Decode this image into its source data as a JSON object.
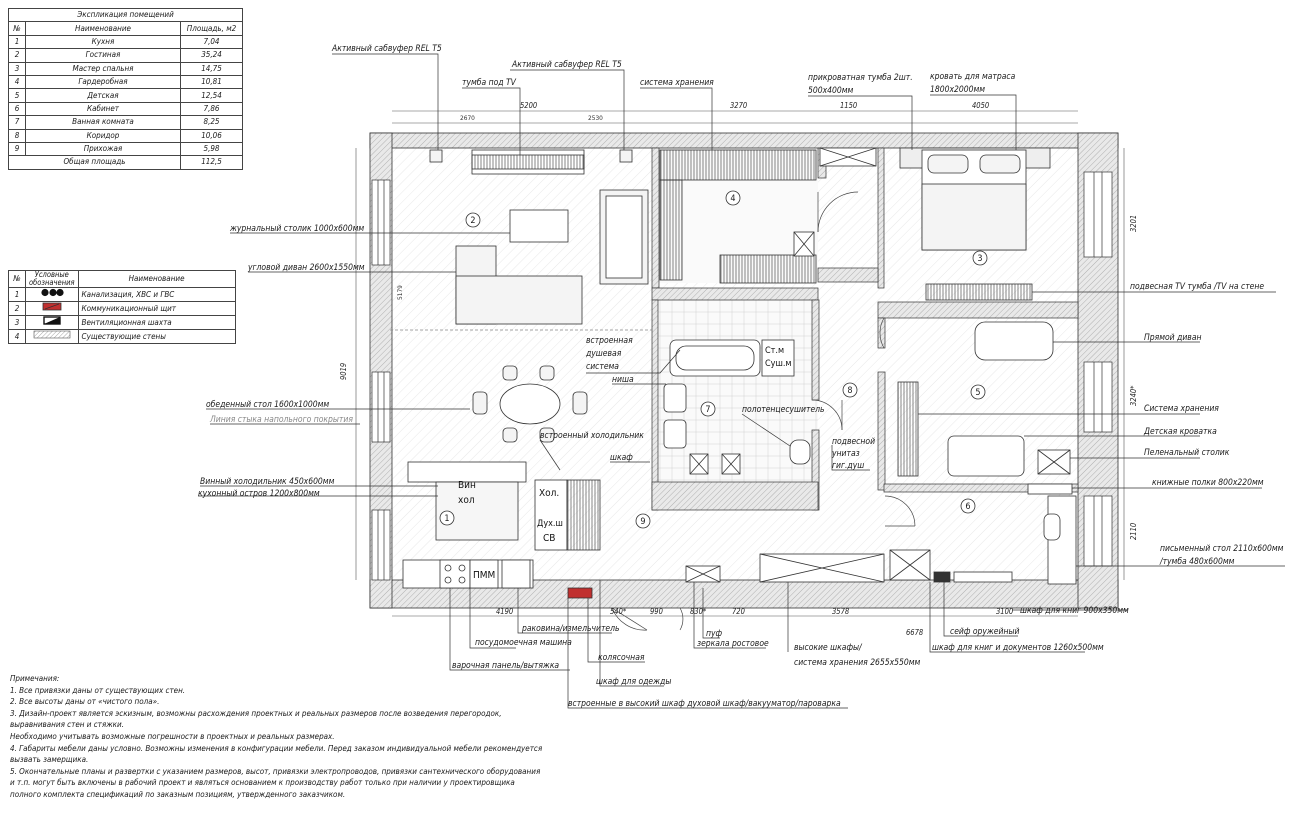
{
  "rooms_table": {
    "title": "Экспликация помещений",
    "headers": [
      "№",
      "Наименование",
      "Площадь, м2"
    ],
    "rows": [
      [
        "1",
        "Кухня",
        "7,04"
      ],
      [
        "2",
        "Гостиная",
        "35,24"
      ],
      [
        "3",
        "Мастер спальня",
        "14,75"
      ],
      [
        "4",
        "Гардеробная",
        "10,81"
      ],
      [
        "5",
        "Детская",
        "12,54"
      ],
      [
        "6",
        "Кабинет",
        "7,86"
      ],
      [
        "7",
        "Ванная комната",
        "8,25"
      ],
      [
        "8",
        "Коридор",
        "10,06"
      ],
      [
        "9",
        "Прихожая",
        "5,98"
      ]
    ],
    "total_label": "Общая площадь",
    "total_value": "112,5"
  },
  "legend_table": {
    "headers": [
      "№",
      "Условные обозначения",
      "Наименование"
    ],
    "rows": [
      {
        "n": "1",
        "symbol": "sewer-symbol",
        "name": "Канализация, ХВС и ГВС"
      },
      {
        "n": "2",
        "symbol": "panel-symbol",
        "name": "Коммуникационный щит"
      },
      {
        "n": "3",
        "symbol": "vent-symbol",
        "name": "Вентиляционная шахта"
      },
      {
        "n": "4",
        "symbol": "wall-hatch-symbol",
        "name": "Существующие стены"
      }
    ]
  },
  "notes": {
    "title": "Примечания:",
    "lines": [
      "1. Все привязки даны от существующих стен.",
      "2. Все высоты даны от «чистого пола».",
      "3. Дизайн-проект является эскизным, возможны расхождения проектных и реальных размеров после возведения перегородок,",
      "выравнивания стен и стяжки.",
      "Необходимо учитывать возможные погрешности в проектных и реальных размерах.",
      "4. Габариты мебели даны условно. Возможны изменения в конфигурации мебели. Перед заказом индивидуальной мебели рекомендуется",
      "вызвать замерщика.",
      "5. Окончательные планы и развертки с указанием размеров, высот, привязки электропроводов, привязки сантехнического оборудования",
      "и т.п. могут быть включены в рабочий проект и являться основанием к производству работ только при наличии у проектировщика",
      "полного комплекта спецификаций по заказным позициям, утвержденного заказчиком."
    ]
  },
  "callouts": {
    "sub1": "Активный сабвуфер REL T5",
    "sub2": "Активный сабвуфер REL T5",
    "tv_stand": "тумба под TV",
    "storage_top": "система хранения",
    "bedside": "прикроватная тумба 2шт.",
    "bedside_size": "500х400мм",
    "bed": "кровать для матраса",
    "bed_size": "1800х2000мм",
    "coffee_table": "журнальный столик 1000х600мм",
    "corner_sofa": "угловой диван 2600х1550мм",
    "hanging_tv": "подвесная TV тумба /TV  на стене",
    "straight_sofa": "Прямой диван",
    "shower1": "встроенная",
    "shower2": "душевая",
    "shower3": "система",
    "niche": "ниша",
    "towel": "полотенцесушитель",
    "wc1": "подвесной",
    "wc2": "унитаз",
    "wc3": "гиг.душ",
    "dining": "обеденный стол 1600х1000мм",
    "floor_joint": "Линия стыка напольного покрытия",
    "fridge": "встроенный холодильник",
    "wardrobe": "шкаф",
    "storage_right": "Система хранения",
    "crib": "Детская кроватка",
    "changing": "Пеленальный столик",
    "shelves": "книжные полки 800х220мм",
    "wine": "Винный холодильник 450х600мм",
    "island": "кухонный остров 1200х800мм",
    "desk": "письменный стол 2110х600мм",
    "desk2": "/тумба 480х600мм",
    "book_cab": "шкаф для книг 900х350мм",
    "safe": "сейф оружейный",
    "docs": "шкаф для книг и документов 1260х500мм",
    "tall": "высокие шкафы/",
    "tall2": "система хранения 2655х550мм",
    "mirror": "зеркала ростовое",
    "pouf": "пуф",
    "sink": "раковина/измельчитель",
    "dishwasher": "посудомоечная машина",
    "stroller": "колясочная",
    "hob": "варочная панель/вытяжка",
    "coats": "шкаф для одежды",
    "ovens": "встроенные в высокий шкаф духовой шкаф/вакууматор/пароварка"
  },
  "plan_marks": {
    "rooms": [
      "1",
      "2",
      "3",
      "4",
      "5",
      "6",
      "7",
      "8",
      "9"
    ],
    "wine_box": [
      "Вин",
      "хол"
    ],
    "fridge_box": [
      "Хол.",
      "Дух.ш",
      "СВ"
    ],
    "dishwasher_box": "ПММ",
    "washer_box": [
      "Ст.м",
      "Суш.м"
    ],
    "top_dims": [
      "5200",
      "3270",
      "1150",
      "4050",
      "2670",
      "2530"
    ],
    "bottom_dims": [
      "4190",
      "540*",
      "990",
      "830*",
      "720",
      "3578",
      "3100",
      "6678"
    ],
    "side_dims": [
      "9019",
      "3201",
      "3240*",
      "2110",
      "5179"
    ]
  }
}
